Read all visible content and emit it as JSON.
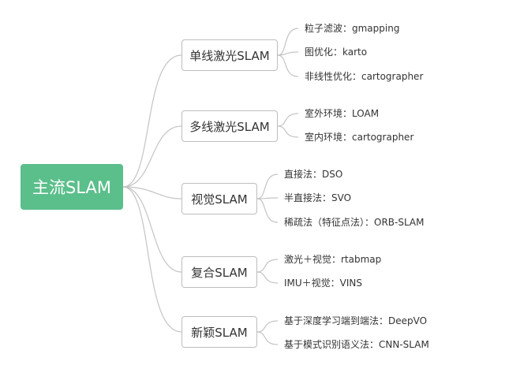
{
  "root": {
    "label": "主流SLAM"
  },
  "branches": [
    {
      "label": "单线激光SLAM",
      "leaves": [
        "粒子滤波：gmapping",
        "图优化：karto",
        "非线性优化：cartographer"
      ]
    },
    {
      "label": "多线激光SLAM",
      "leaves": [
        "室外环境：LOAM",
        "室内环境：cartographer"
      ]
    },
    {
      "label": "视觉SLAM",
      "leaves": [
        "直接法：DSO",
        "半直接法：SVO",
        "稀疏法（特征点法）：ORB-SLAM"
      ]
    },
    {
      "label": "复合SLAM",
      "leaves": [
        "激光＋视觉：rtabmap",
        "IMU＋视觉：VINS"
      ]
    },
    {
      "label": "新颖SLAM",
      "leaves": [
        "基于深度学习端到端法：DeepVO",
        "基于模式识别语义法：CNN-SLAM"
      ]
    }
  ],
  "colors": {
    "root_fill": "#5bbf8b",
    "line": "#c4c4c4",
    "branch_border": "#bdbdbd",
    "text": "#333333"
  }
}
